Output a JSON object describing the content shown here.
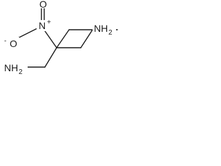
{
  "molecule": {
    "groups": {
      "aminomethyl_top": {
        "element": "N",
        "hydrogens": "H",
        "count": "2"
      },
      "aminomethyl_bottom": {
        "element": "N",
        "hydrogens": "H",
        "count": "2"
      },
      "nitro": {
        "nitrogen": "N",
        "nitrogen_charge": "+",
        "oxygen_double": "O",
        "oxygen_single": "O",
        "oxygen_charge": "-"
      }
    }
  }
}
